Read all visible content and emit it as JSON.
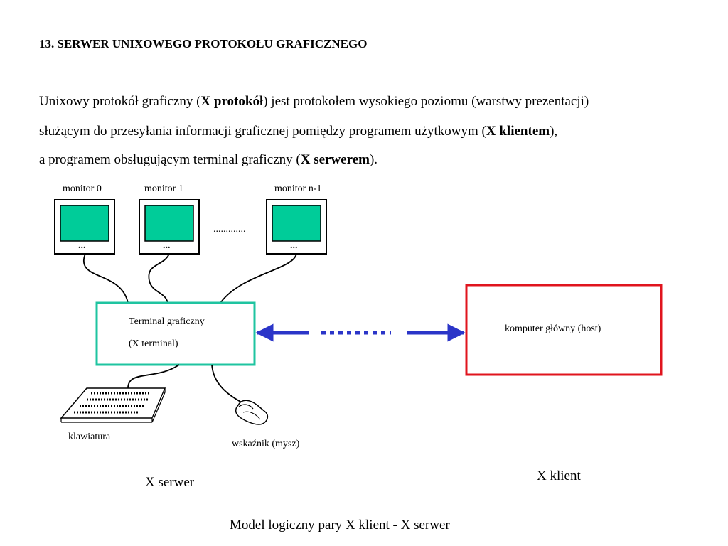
{
  "heading": "13. SERWER UNIXOWEGO PROTOKOŁU GRAFICZNEGO",
  "paragraph": {
    "line1": [
      {
        "text": "Unixowy protokół graficzny (",
        "bold": false
      },
      {
        "text": "X protokół",
        "bold": true
      },
      {
        "text": ") jest protokołem wysokiego poziomu (warstwy prezentacji)",
        "bold": false
      }
    ],
    "line2": [
      {
        "text": "służącym do przesyłania informacji graficznej pomiędzy programem użytkowym (",
        "bold": false
      },
      {
        "text": "X klientem",
        "bold": true
      },
      {
        "text": "),",
        "bold": false
      }
    ],
    "line3": [
      {
        "text": "a programem obsługującym terminal graficzny (",
        "bold": false
      },
      {
        "text": "X serwerem",
        "bold": true
      },
      {
        "text": ").",
        "bold": false
      }
    ]
  },
  "diagram": {
    "monitors": [
      {
        "label": "monitor 0"
      },
      {
        "label": "monitor 1"
      },
      {
        "label": "monitor n-1"
      }
    ],
    "monitor_button_text": "...",
    "monitors_ellipsis": ".............",
    "terminal": {
      "line1": "Terminal graficzny",
      "line2": "(X terminal)"
    },
    "host": {
      "label": "komputer główny (host)"
    },
    "keyboard_label": "klawiatura",
    "mouse_label": "wskaźnik (mysz)",
    "x_server_label": "X serwer",
    "x_client_label": "X klient",
    "caption": "Model logiczny pary X klient - X serwer",
    "colors": {
      "screen": "#00cc99",
      "terminal_border": "#1fc4a0",
      "host_border": "#e0141e",
      "arrow": "#2b35c8"
    }
  }
}
